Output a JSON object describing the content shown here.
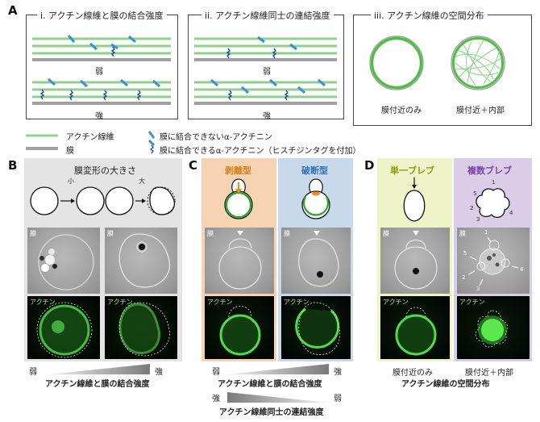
{
  "panel_a": {
    "letter": "A",
    "frame_i": {
      "title": "i. アクチン線維と膜の結合強度",
      "weak": "弱",
      "strong": "強"
    },
    "frame_ii": {
      "title": "ii. アクチン線維同士の連結強度",
      "weak": "弱",
      "strong": "強"
    },
    "frame_iii": {
      "title": "iii. アクチン線維の空間分布",
      "label_near": "膜付近のみ",
      "label_inner": "膜付近＋内部"
    },
    "legend": {
      "actin": "アクチン線維",
      "membrane": "膜",
      "unbound": "膜に結合できないα-アクチニン",
      "bound": "膜に結合できるα-アクチニン（ヒスチジンタグを付加）"
    },
    "colors": {
      "actin": "#8fd18a",
      "membrane": "#a0a0a0",
      "actinin": "#3a8fd6",
      "actinin_dark": "#1f4f9a"
    }
  },
  "panel_b": {
    "letter": "B",
    "title": "膜変形の大きさ",
    "small": "小",
    "large": "大",
    "tag_membrane": "膜",
    "tag_actin": "アクチン",
    "axis_weak": "弱",
    "axis_strong": "強",
    "axis_label": "アクチン線維と膜の結合強度"
  },
  "panel_c": {
    "letter": "C",
    "peel_title": "剥離型",
    "break_title": "破断型",
    "tag_membrane": "膜",
    "tag_actin": "アクチン",
    "axis1_weak": "弱",
    "axis1_strong": "強",
    "axis1_label": "アクチン線維と膜の結合強度",
    "axis2_strong": "強",
    "axis2_weak": "弱",
    "axis2_label": "アクチン線維同士の連結強度",
    "colors": {
      "peel_bg": "#f6d3b3",
      "break_bg": "#c9d9ec",
      "peel_title": "#d9801e",
      "break_title": "#2f6fb8"
    }
  },
  "panel_d": {
    "letter": "D",
    "single_title": "単一ブレブ",
    "multi_title": "複数ブレブ",
    "tag_membrane": "膜",
    "tag_actin": "アクチン",
    "bleb_numbers": [
      "1",
      "2",
      "3",
      "4",
      "5"
    ],
    "label_near": "膜付近のみ",
    "label_inner": "膜付近＋内部",
    "axis_label": "アクチン線維の空間分布",
    "colors": {
      "single_bg": "#eef3c8",
      "multi_bg": "#d9cde8",
      "single_title": "#8a9a10",
      "multi_title": "#7a3fa8"
    }
  }
}
